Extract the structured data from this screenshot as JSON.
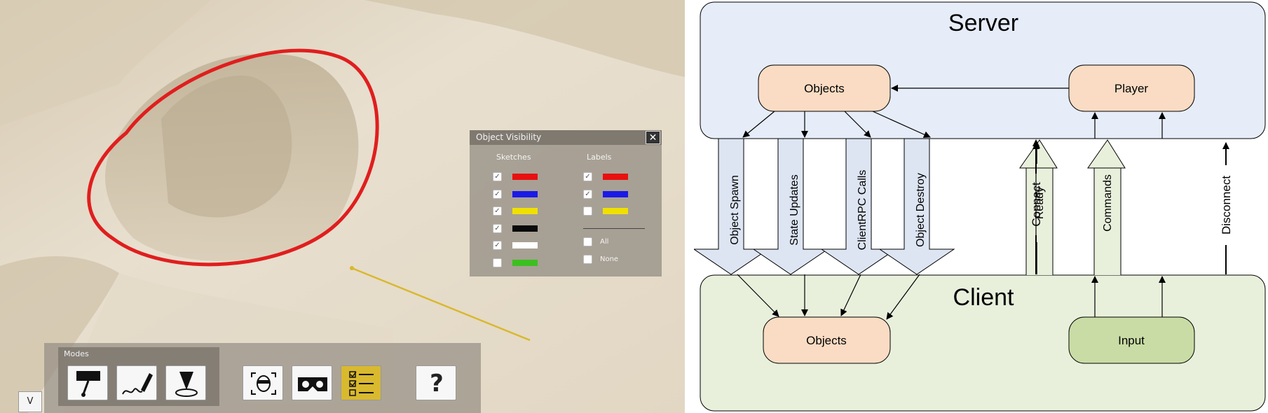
{
  "scene": {
    "colors": {
      "ring": "#e01e1e",
      "line": "#d9b82c",
      "ground": "#e6dccb"
    }
  },
  "visibility_panel": {
    "title": "Object Visibility",
    "close_label": "✕",
    "sketches_header": "Sketches",
    "labels_header": "Labels",
    "sketches": [
      {
        "color": "#e81010",
        "checked": true
      },
      {
        "color": "#1a1ae8",
        "checked": true
      },
      {
        "color": "#f0e000",
        "checked": true
      },
      {
        "color": "#0a0a0a",
        "checked": true
      },
      {
        "color": "#ffffff",
        "checked": true
      },
      {
        "color": "#3cc020",
        "checked": false
      }
    ],
    "labels": [
      {
        "color": "#e81010",
        "checked": true
      },
      {
        "color": "#1a1ae8",
        "checked": true
      },
      {
        "color": "#f0e000",
        "checked": false
      }
    ],
    "all_label": "All",
    "none_label": "None"
  },
  "toolbar": {
    "modes_label": "Modes",
    "help_label": "?",
    "v_label": "V",
    "mode_icons": [
      "label-mode-icon",
      "sketch-mode-icon",
      "place-mode-icon"
    ],
    "view_icons": [
      "face-tracking-icon",
      "vr-goggles-icon",
      "checklist-icon"
    ]
  },
  "diagram": {
    "server_label": "Server",
    "client_label": "Client",
    "server_objects": "Objects",
    "player": "Player",
    "client_objects": "Objects",
    "input": "Input",
    "down_arrows": [
      "Object Spawn",
      "State Updates",
      "ClientRPC Calls",
      "Object Destroy"
    ],
    "up_arrows": [
      "Connect",
      "Ready",
      "Commands",
      "Disconnect"
    ],
    "colors": {
      "server_fill": "#e6ecf8",
      "client_fill": "#e8f0dc",
      "object_fill": "#f9dcc3",
      "input_fill": "#c9dca5",
      "down_arrow_fill": "#dde5f3",
      "up_arrow_fill": "#e8f0dc"
    }
  }
}
